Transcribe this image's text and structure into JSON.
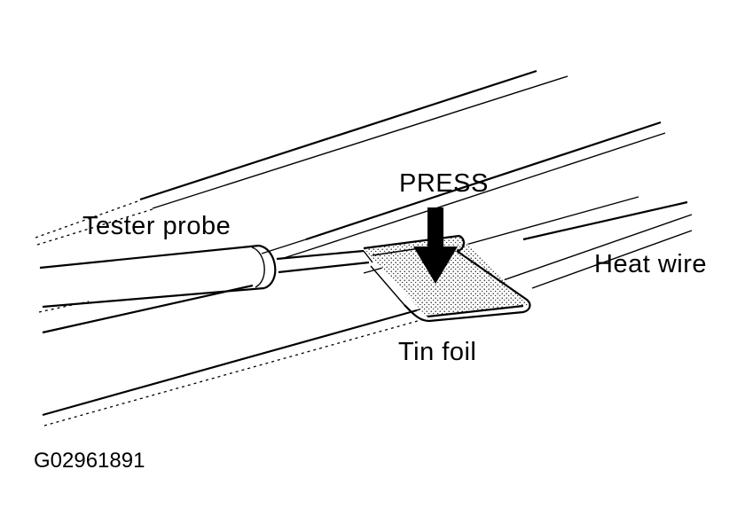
{
  "labels": {
    "press": "PRESS",
    "tester_probe": "Tester probe",
    "heat_wire": "Heat wire",
    "tin_foil": "Tin foil",
    "figure_code": "G02961891"
  },
  "colors": {
    "ink": "#000000",
    "background": "#ffffff"
  }
}
